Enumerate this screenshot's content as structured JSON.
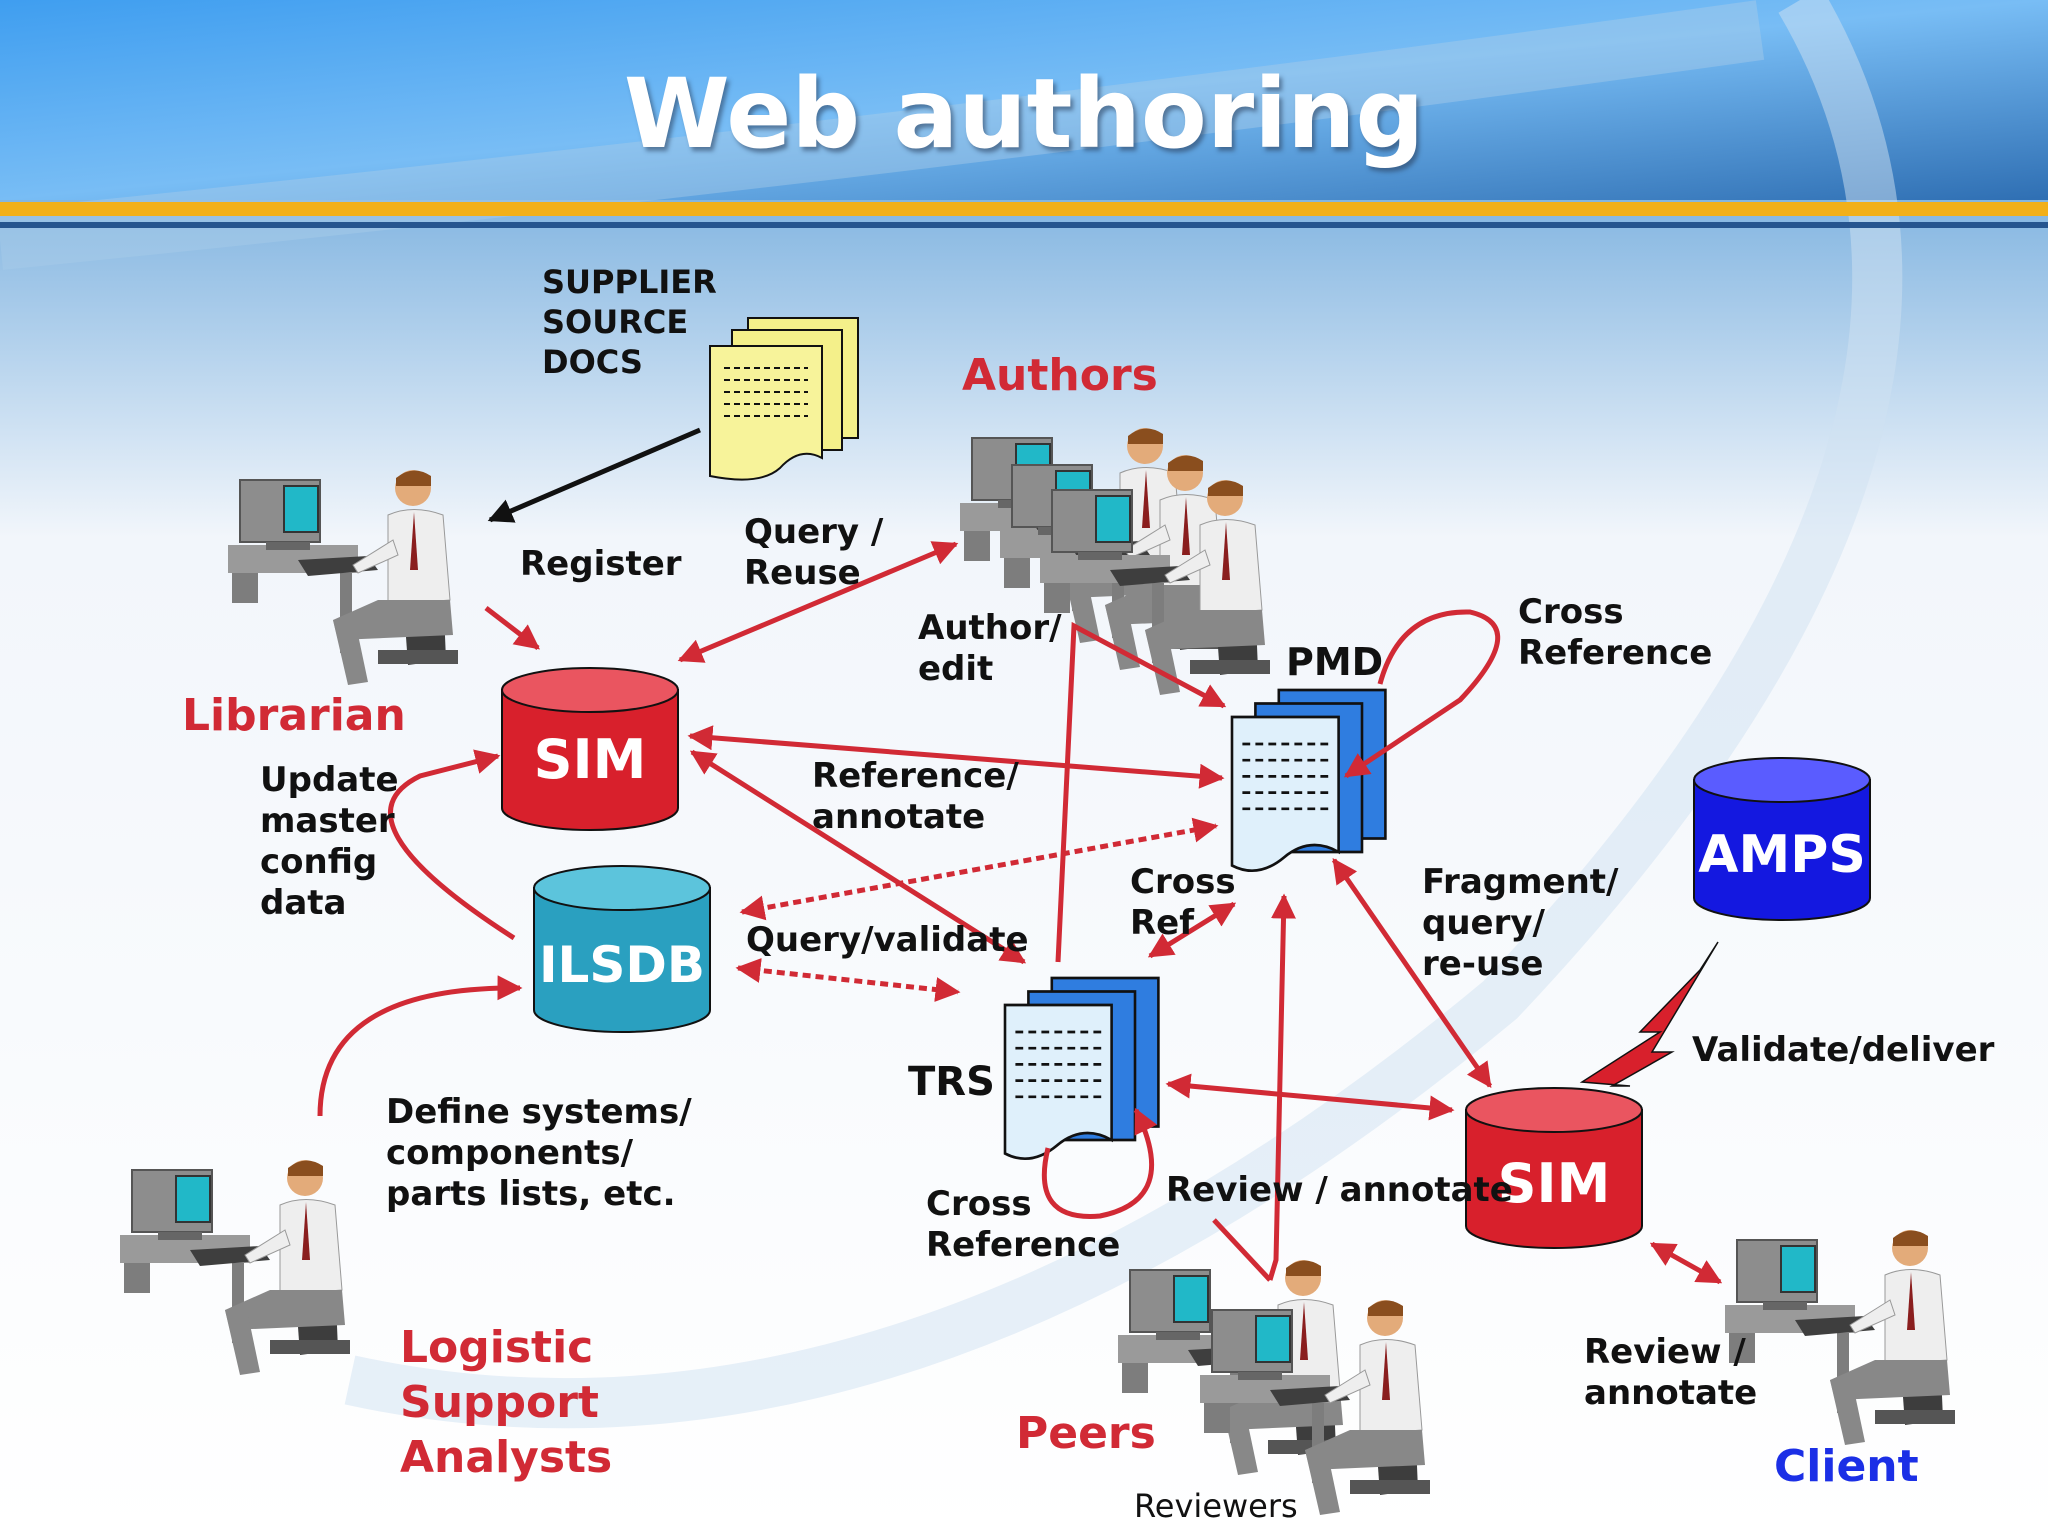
{
  "title": "Web authoring",
  "colors": {
    "arrow": "#d12a35",
    "role": "#d12a35",
    "client": "#1b2fe6",
    "sim": "#d8202c",
    "ilsdb": "#2aa0c0",
    "amps": "#1418e0",
    "doc": "#2f7de0",
    "source_docs": "#f4f08a"
  },
  "nodes": {
    "sim_top": "SIM",
    "ilsdb": "ILSDB",
    "pmd": "PMD",
    "trs": "TRS",
    "amps": "AMPS",
    "sim_bottom": "SIM",
    "source_docs": "SUPPLIER\nSOURCE\nDOCS"
  },
  "roles": {
    "authors": "Authors",
    "librarian": "Librarian",
    "logistic": "Logistic\nSupport\nAnalysts",
    "peers": "Peers",
    "client": "Client",
    "reviewers": "Reviewers"
  },
  "edges": {
    "register": "Register",
    "query_reuse": "Query /\nReuse",
    "author_edit": "Author/\nedit",
    "cross_reference_pmd": "Cross\nReference",
    "update_master": "Update\nmaster\nconfig\ndata",
    "reference_annotate": "Reference/\nannotate",
    "cross_ref": "Cross\nRef",
    "fragment": "Fragment/\nquery/\nre-use",
    "query_validate": "Query/validate",
    "validate_deliver": "Validate/deliver",
    "define_systems": "Define systems/\ncomponents/\nparts lists, etc.",
    "cross_reference_trs": "Cross\nReference",
    "review_annotate": "Review / annotate",
    "review_annotate_client": "Review /\nannotate"
  },
  "icons": {
    "workstation": "computer-user-icon",
    "document_stack": "document-stack-icon",
    "database": "database-cylinder-icon",
    "lightning": "lightning-icon"
  }
}
